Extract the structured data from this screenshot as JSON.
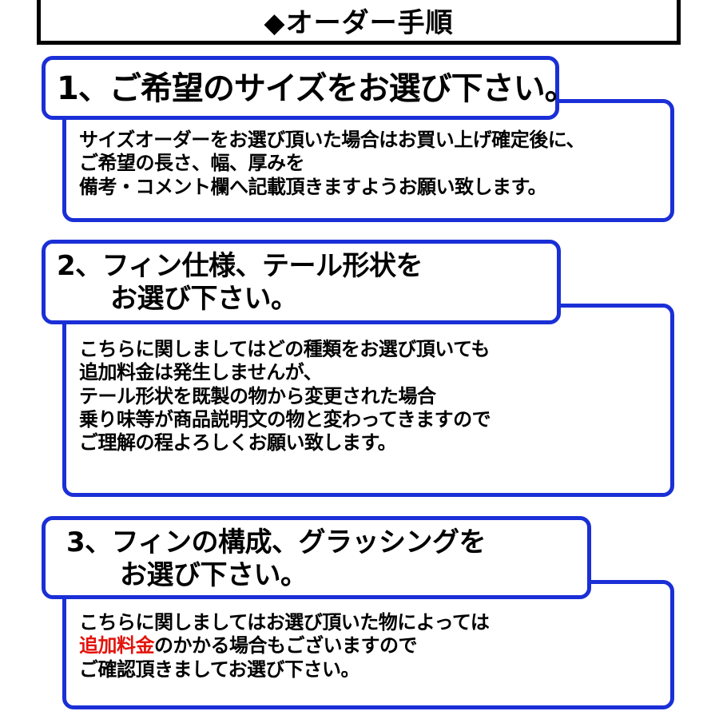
{
  "header": {
    "title": "◆オーダー手順"
  },
  "steps": [
    {
      "title": "1、ご希望のサイズをお選び下さい。",
      "body": "サイズオーダーをお選び頂いた場合はお買い上げ確定後に、\nご希望の長さ、幅、厚みを\n備考・コメント欄へ記載頂きますようお願い致します。"
    },
    {
      "title": "2、フィン仕様、テール形状を\n　　お選び下さい。",
      "body": "こちらに関しましてはどの種類をお選び頂いても\n追加料金は発生しませんが、\nテール形状を既製の物から変更された場合\n乗り味等が商品説明文の物と変わってきますので\nご理解の程よろしくお願い致します。"
    },
    {
      "title": "3、フィンの構成、グラッシングを\n　　お選び下さい。",
      "body_line1": "こちらに関しましてはお選び頂いた物によっては",
      "body_highlight": "追加料金",
      "body_line2_rest": "のかかる場合もございますので",
      "body_line3": "ご確認頂きましてお選び下さい。"
    }
  ],
  "colors": {
    "border_blue": "#1a2fd6",
    "highlight_red": "#e3130b",
    "header_border": "#000000"
  }
}
